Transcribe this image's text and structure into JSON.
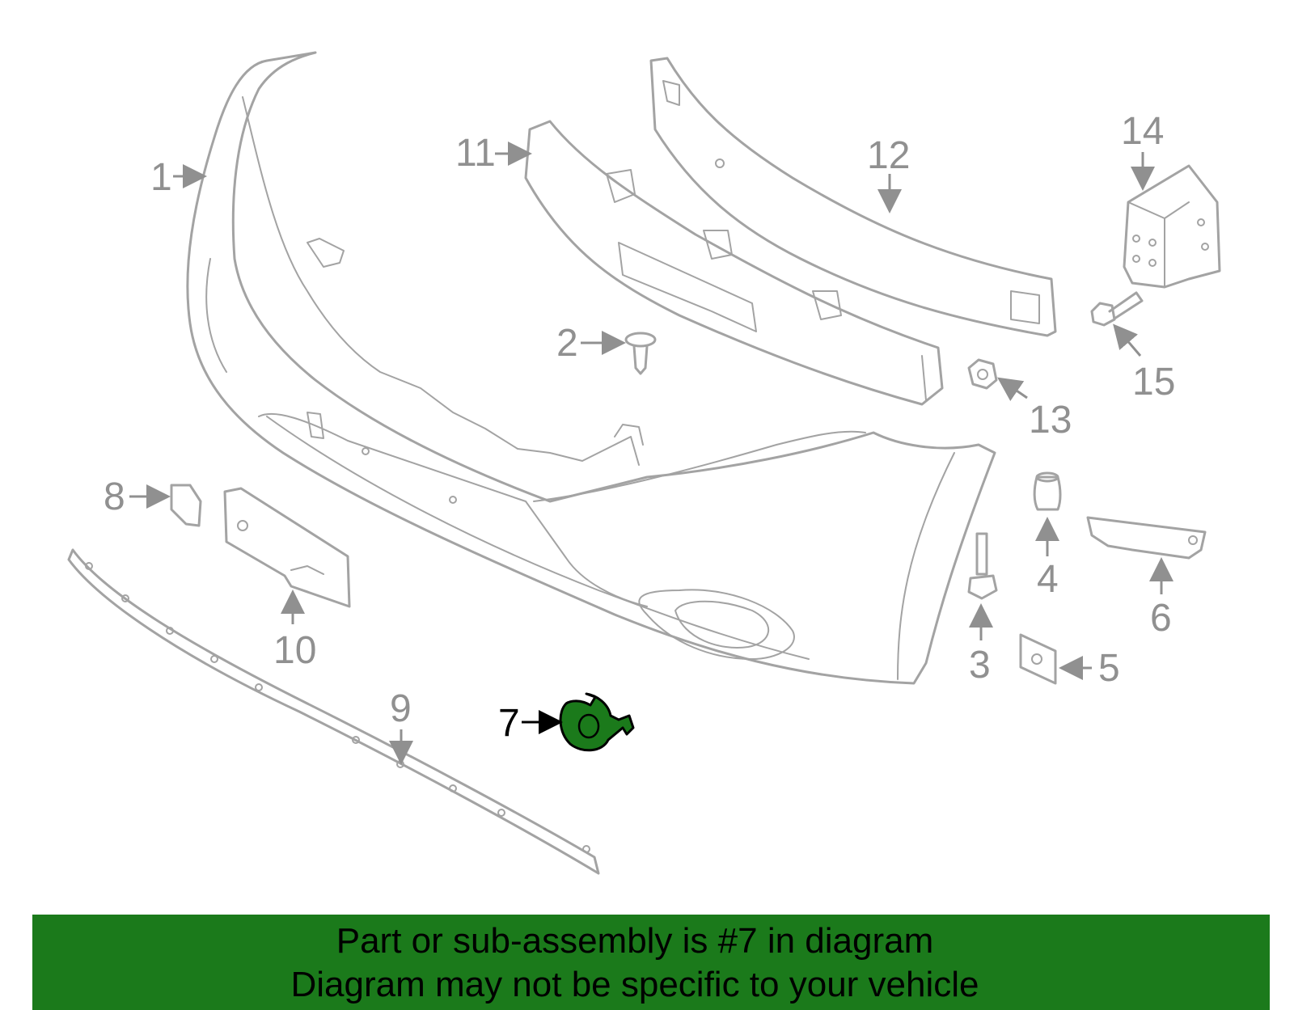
{
  "callouts": {
    "c1": "1",
    "c2": "2",
    "c3": "3",
    "c4": "4",
    "c5": "5",
    "c6": "6",
    "c7": "7",
    "c8": "8",
    "c9": "9",
    "c10": "10",
    "c11": "11",
    "c12": "12",
    "c13": "13",
    "c14": "14",
    "c15": "15"
  },
  "highlight": {
    "part_number": "7",
    "color": "#1b7a1b"
  },
  "banner": {
    "line1": "Part or sub-assembly is #7 in diagram",
    "line2": "Diagram may not be specific to your vehicle",
    "background": "#1b7a1b"
  }
}
